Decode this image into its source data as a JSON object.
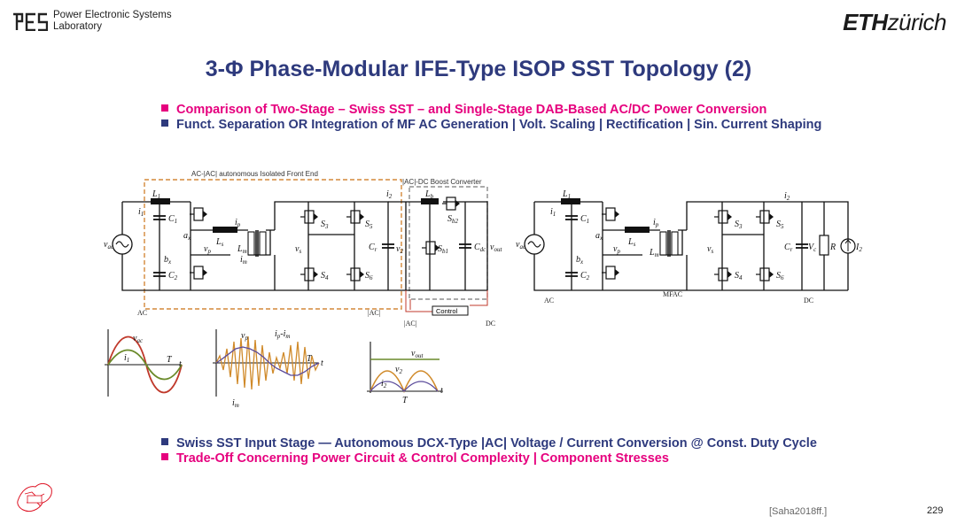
{
  "header": {
    "lab_line1": "Power Electronic Systems",
    "lab_line2": "Laboratory",
    "eth_bold": "ETH",
    "eth_rest": "zürich"
  },
  "slide": {
    "title": "3-Φ Phase-Modular IFE-Type ISOP SST Topology (2)",
    "bullets_top": [
      "Comparison of Two-Stage  –  Swiss SST –  and Single-Stage DAB-Based AC/DC Power Conversion",
      "Funct. Separation OR Integration of MF AC Generation | Volt. Scaling | Rectification | Sin. Current Shaping"
    ],
    "bullets_bottom": [
      "Swiss SST Input Stage —  Autonomous DCX-Type |AC| Voltage / Current Conversion @ Const. Duty Cycle",
      "Trade-Off Concerning Power Circuit  & Control Complexity  |  Component Stresses"
    ],
    "reference": "[Saha2018ff.]",
    "page_number": "229"
  },
  "diagram": {
    "left_box_label": "AC-|AC| autonomous Isolated Front End",
    "right_box_label": "|AC|-DC Boost Converter",
    "left": {
      "ac": "AC",
      "absac": "|AC|",
      "absac2": "|AC|",
      "dc": "DC",
      "control": "Control",
      "vac": "v",
      "vac_sub": "ac",
      "L1": "L",
      "L1_sub": "1",
      "i1": "i",
      "i1_sub": "1",
      "C1": "C",
      "C1_sub": "1",
      "C2": "C",
      "C2_sub": "2",
      "ax": "a",
      "ax_sub": "x",
      "bx": "b",
      "bx_sub": "x",
      "ip": "i",
      "ip_sub": "p",
      "vp": "v",
      "vp_sub": "p",
      "Ls": "L",
      "Ls_sub": "s",
      "Lm": "L",
      "Lm_sub": "m",
      "im": "i",
      "im_sub": "m",
      "vs": "v",
      "vs_sub": "s",
      "S3": "S",
      "S3_sub": "3",
      "S4": "S",
      "S4_sub": "4",
      "S5": "S",
      "S5_sub": "5",
      "S6": "S",
      "S6_sub": "6",
      "Cr": "C",
      "Cr_sub": "r",
      "v2": "v",
      "v2_sub": "2",
      "i2": "i",
      "i2_sub": "2",
      "Lb": "L",
      "Lb_sub": "b",
      "Sb1": "S",
      "Sb1_sub": "b1",
      "Sb2": "S",
      "Sb2_sub": "b2",
      "Cdc": "C",
      "Cdc_sub": "dc",
      "vout": "v",
      "vout_sub": "out"
    },
    "right": {
      "ac": "AC",
      "mfac": "MFAC",
      "dc": "DC",
      "vac": "v",
      "vac_sub": "ac",
      "L1": "L",
      "L1_sub": "1",
      "i1": "i",
      "i1_sub": "1",
      "C1": "C",
      "C1_sub": "1",
      "C2": "C",
      "C2_sub": "2",
      "ax": "a",
      "ax_sub": "x",
      "bx": "b",
      "bx_sub": "x",
      "ip": "i",
      "ip_sub": "p",
      "vp": "v",
      "vp_sub": "p",
      "Ls": "L",
      "Ls_sub": "s",
      "Lm": "L",
      "Lm_sub": "m",
      "vs": "v",
      "vs_sub": "s",
      "S3": "S",
      "S3_sub": "3",
      "S4": "S",
      "S4_sub": "4",
      "S5": "S",
      "S5_sub": "5",
      "S6": "S",
      "S6_sub": "6",
      "i2": "i",
      "i2_sub": "2",
      "Cr": "C",
      "Cr_sub": "r",
      "Vc": "V",
      "Vc_sub": "c",
      "R": "R",
      "I2": "I",
      "I2_sub": "2"
    },
    "waves": {
      "w1_vac": "v",
      "w1_vac_sub": "ac",
      "w1_i1": "i",
      "w1_i1_sub": "1",
      "w1_T": "T",
      "w1_t": "t",
      "w2_vp": "v",
      "w2_vp_sub": "p",
      "w2_ipim": "i",
      "w2_ipim_sub": "p",
      "w2_ipim_mid": "-i",
      "w2_ipim_sub2": "m",
      "w2_T": "T",
      "w2_t": "t",
      "w2_im": "i",
      "w2_im_sub": "m",
      "w3_vout": "v",
      "w3_vout_sub": "out",
      "w3_v2": "v",
      "w3_v2_sub": "2",
      "w3_i2": "i",
      "w3_i2_sub": "2",
      "w3_T": "T",
      "w3_t": "t"
    }
  },
  "colors": {
    "title": "#2e3a7d",
    "accent_pink": "#e6007e",
    "box_orange": "#d4893a",
    "box_gray": "#777777",
    "wave_red": "#c0392b",
    "wave_green": "#6a8a2a",
    "wave_orange": "#d08a2a",
    "wave_purple": "#5a4a9a"
  }
}
